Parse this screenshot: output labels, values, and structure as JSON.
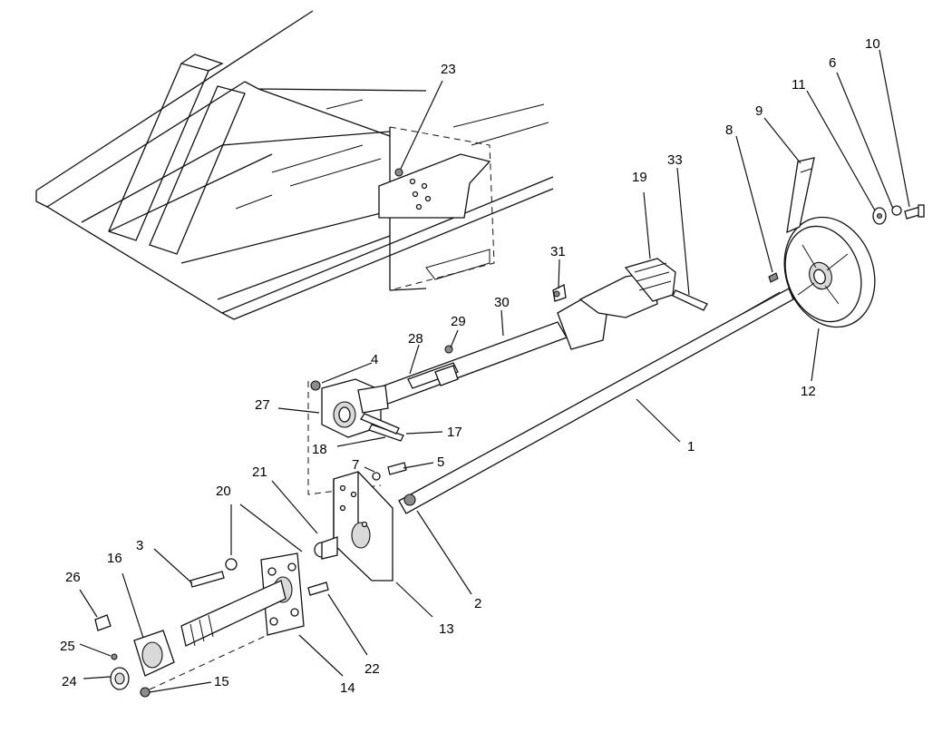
{
  "callouts": [
    {
      "id": "c1",
      "label": "1"
    },
    {
      "id": "c2",
      "label": "2"
    },
    {
      "id": "c3",
      "label": "3"
    },
    {
      "id": "c4",
      "label": "4"
    },
    {
      "id": "c5",
      "label": "5"
    },
    {
      "id": "c6",
      "label": "6"
    },
    {
      "id": "c7",
      "label": "7"
    },
    {
      "id": "c8",
      "label": "8"
    },
    {
      "id": "c9",
      "label": "9"
    },
    {
      "id": "c10",
      "label": "10"
    },
    {
      "id": "c11",
      "label": "11"
    },
    {
      "id": "c12",
      "label": "12"
    },
    {
      "id": "c13",
      "label": "13"
    },
    {
      "id": "c14",
      "label": "14"
    },
    {
      "id": "c15",
      "label": "15"
    },
    {
      "id": "c16",
      "label": "16"
    },
    {
      "id": "c17",
      "label": "17"
    },
    {
      "id": "c18",
      "label": "18"
    },
    {
      "id": "c19",
      "label": "19"
    },
    {
      "id": "c20",
      "label": "20"
    },
    {
      "id": "c21",
      "label": "21"
    },
    {
      "id": "c22",
      "label": "22"
    },
    {
      "id": "c23",
      "label": "23"
    },
    {
      "id": "c24",
      "label": "24"
    },
    {
      "id": "c25",
      "label": "25"
    },
    {
      "id": "c26",
      "label": "26"
    },
    {
      "id": "c27",
      "label": "27"
    },
    {
      "id": "c28",
      "label": "28"
    },
    {
      "id": "c29",
      "label": "29"
    },
    {
      "id": "c30",
      "label": "30"
    },
    {
      "id": "c31",
      "label": "31"
    },
    {
      "id": "c33",
      "label": "33"
    }
  ]
}
